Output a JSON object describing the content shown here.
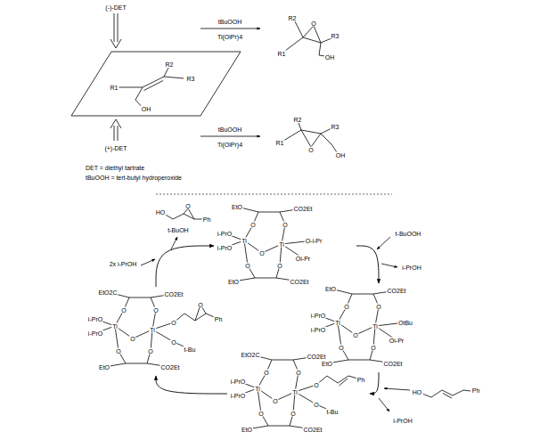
{
  "diagram": {
    "nodes": [
      {
        "text": [
          "EtO",
          "CO2Et",
          "i-PrO",
          "i-PrO",
          "O",
          "O",
          "Ti",
          "O",
          "Ti",
          "O",
          "O",
          "CO2Et",
          "EtO",
          "O-i-Pr",
          "Oi-Pr"
        ]
      },
      {
        "text": [
          "EtO",
          "CO2Et",
          "i-PrO",
          "i-PrO",
          "O",
          "O",
          "Ti",
          "O",
          "Ti",
          "O",
          "O",
          "CO2Et",
          "EtO",
          "OtBu",
          "Oi-Pr"
        ]
      },
      {
        "text": [
          "EtO2C",
          "CO2Et",
          "i-PrO",
          "i-PrO",
          "O",
          "O",
          "Ti",
          "O",
          "Ti",
          "O",
          "O",
          "CO2Et",
          "EtO",
          "O",
          "Ph",
          "O",
          "t-Bu"
        ]
      },
      {
        "text": [
          "EtO2C",
          "CO2Et",
          "i-PrO",
          "i-PrO",
          "O",
          "O",
          "Ti",
          "O",
          "Ti",
          "O",
          "O",
          "CO2Et",
          "EtO",
          "O",
          "Ph",
          "O",
          "O",
          "t-Bu"
        ]
      }
    ],
    "edges": [
      {
        "from": 0,
        "to": 1,
        "arrow": "to"
      },
      {
        "from": 1,
        "to": 2,
        "arrow": "to"
      },
      {
        "from": 2,
        "to": 3,
        "arrow": "to"
      },
      {
        "from": 3,
        "to": 0,
        "arrow": "to"
      }
    ],
    "labels": [
      "(-)-DET",
      "tBuOOH",
      "Ti(OiPr)4",
      "R2",
      "O",
      "R3",
      "R1",
      "OH",
      "R2",
      "R3",
      "R1",
      "OH",
      "(+)-DET",
      "tBuOOH",
      "Ti(OiPr)4",
      "R2",
      "R3",
      "R1",
      "O",
      "OH",
      "DET = diethyl tartrate",
      "tBuOOH = tert-butyl hydroperoxide",
      "HO",
      "O",
      "Ph",
      "t-BuOH",
      "2x i-PrOH",
      "t-BuOOH",
      "i-PrOH",
      "HO",
      "Ph",
      "i-PrOH"
    ]
  }
}
